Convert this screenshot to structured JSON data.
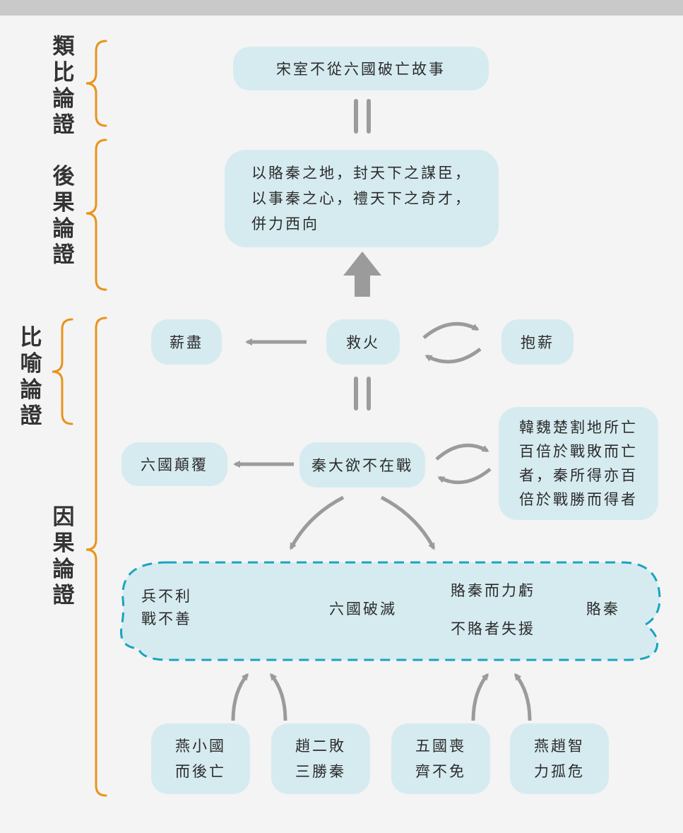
{
  "colors": {
    "node_fill": "#d6ebf0",
    "arrow": "#9b9b9b",
    "bracket": "#e8941a",
    "dash": "#1aa3c0",
    "cross": "#3a3a3a"
  },
  "labels": {
    "analogy": "類\n比\n論\n證",
    "consequence": "後\n果\n論\n證",
    "metaphor": "比\n喻\n論\n證",
    "causal": "因\n果\n論\n證"
  },
  "nodes": {
    "song": "宋室不從六國破亡故事",
    "counterfactual": "以賂秦之地，封天下之謀臣，\n以事秦之心，禮天下之奇才，\n併力西向",
    "firewood_exhausted": "薪盡",
    "fight_fire": "救火",
    "hold_firewood": "抱薪",
    "six_states_overturn": "六國顛覆",
    "qin_desire": "秦大欲不在戰",
    "losses_compare": "韓魏楚割地所亡\n百倍於戰敗而亡\n者，秦所得亦百\n倍於戰勝而得者",
    "weapons_bad": "兵不利\n戰不善",
    "six_states_fall": "六國破滅",
    "bribe_qin": "賂秦",
    "bribe_weaken": "賂秦而力虧",
    "no_bribe_lose_aid": "不賂者失援",
    "yan_small": "燕小國\n而後亡",
    "zhao_battles": "趙二敗\n三勝秦",
    "five_states": "五國喪\n齊不免",
    "yan_zhao_wisdom": "燕趙智\n力孤危"
  }
}
